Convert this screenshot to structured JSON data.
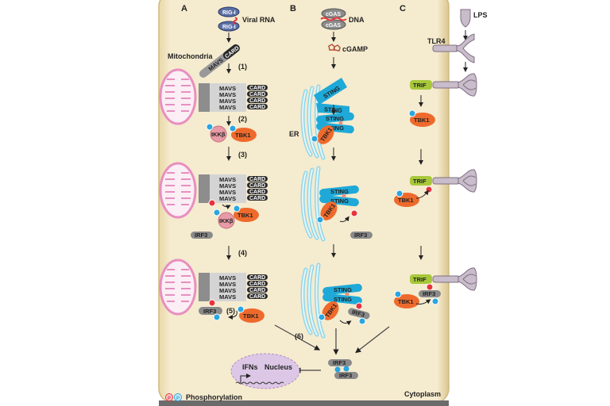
{
  "panels": {
    "a": "A",
    "b": "B",
    "c": "C"
  },
  "colors": {
    "cytoplasm": "#f5ebcf",
    "cytoplasm_edge": "#d8c490",
    "rig_i": "#5b6fa6",
    "mavs": "#cfcfcf",
    "card": "#2a2a2a",
    "sting": "#1ea9d8",
    "er": "#9fdbea",
    "tbk1": "#ee6a2c",
    "ikkb": "#e89ba6",
    "irf3": "#8a8a8a",
    "trif": "#a8c83a",
    "tlr4": "#c9bccb",
    "mito": "#e88fbf",
    "nucleus": "#ddc7e6",
    "phospho_red": "#e8333c",
    "phospho_blue": "#2aa6e0"
  },
  "panel_a": {
    "rig_i_label": "RIG-I",
    "viral_rna_label": "Viral RNA",
    "mitochondria_label": "Mitochondria",
    "mavs_label": "MAVS",
    "card_label": "CARD",
    "ikkb_label": "IKKβ",
    "tbk1_label": "TBK1",
    "irf3_label": "IRF3",
    "steps": [
      "(1)",
      "(2)",
      "(3)",
      "(4)",
      "(5)"
    ]
  },
  "panel_b": {
    "cgas_label": "cGAS",
    "dna_label": "DNA",
    "cgamp_label": "cGAMP",
    "sting_label": "STING",
    "er_label": "ER",
    "tbk1_label": "TBK1",
    "irf3_label": "IRF3"
  },
  "panel_c": {
    "lps_label": "LPS",
    "tlr4_label": "TLR4",
    "trif_label": "TRIF",
    "tbk1_label": "TBK1",
    "irf3_label": "IRF3"
  },
  "bottom": {
    "step6": "(6)",
    "irf3_label": "IRF3",
    "ifns_label": "IFNs",
    "nucleus_label": "Nucleus",
    "cytoplasm_label": "Cytoplasm",
    "phospho_legend": "Phosphorylation",
    "p_glyph": "P"
  }
}
